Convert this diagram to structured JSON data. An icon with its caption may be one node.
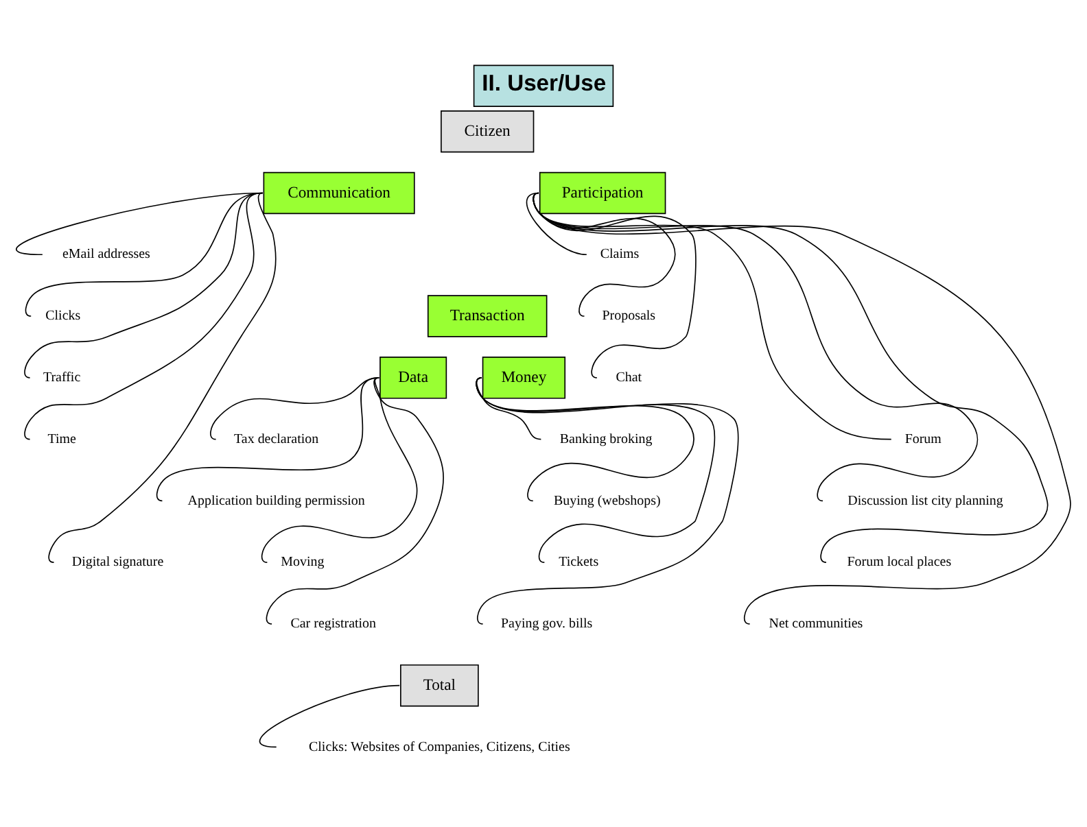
{
  "diagram": {
    "title": "II. User/Use",
    "nodes": [
      {
        "text": [
          "Citizen"
        ]
      },
      {
        "text": [
          "Communication"
        ]
      },
      {
        "text": [
          "Transaction"
        ]
      },
      {
        "text": [
          "Data"
        ]
      },
      {
        "text": [
          "Money"
        ]
      },
      {
        "text": [
          "Participation"
        ]
      },
      {
        "text": [
          "Total"
        ]
      },
      {
        "text": [
          "eMail addresses"
        ]
      },
      {
        "text": [
          "Clicks"
        ]
      },
      {
        "text": [
          "Traffic"
        ]
      },
      {
        "text": [
          "Time"
        ]
      },
      {
        "text": [
          "Digital signature"
        ]
      },
      {
        "text": [
          "Tax declaration"
        ]
      },
      {
        "text": [
          "Application building permission"
        ]
      },
      {
        "text": [
          "Moving"
        ]
      },
      {
        "text": [
          "Car registration"
        ]
      },
      {
        "text": [
          "Banking broking"
        ]
      },
      {
        "text": [
          "Buying (webshops)"
        ]
      },
      {
        "text": [
          "Tickets"
        ]
      },
      {
        "text": [
          "Paying gov. bills"
        ]
      },
      {
        "text": [
          "Claims"
        ]
      },
      {
        "text": [
          "Proposals"
        ]
      },
      {
        "text": [
          "Chat"
        ]
      },
      {
        "text": [
          "Forum"
        ]
      },
      {
        "text": [
          "Discussion list city planning"
        ]
      },
      {
        "text": [
          "Forum local places"
        ]
      },
      {
        "text": [
          "Net communities"
        ]
      },
      {
        "text": [
          "Clicks: Websites of Companies, Citizens, Cities"
        ]
      }
    ],
    "edges": [
      {
        "from": 1,
        "to": 7,
        "arrow": "none"
      },
      {
        "from": 1,
        "to": 8,
        "arrow": "none"
      },
      {
        "from": 1,
        "to": 9,
        "arrow": "none"
      },
      {
        "from": 1,
        "to": 10,
        "arrow": "none"
      },
      {
        "from": 1,
        "to": 11,
        "arrow": "none"
      },
      {
        "from": 3,
        "to": 12,
        "arrow": "none"
      },
      {
        "from": 3,
        "to": 13,
        "arrow": "none"
      },
      {
        "from": 3,
        "to": 14,
        "arrow": "none"
      },
      {
        "from": 3,
        "to": 15,
        "arrow": "none"
      },
      {
        "from": 4,
        "to": 16,
        "arrow": "none"
      },
      {
        "from": 4,
        "to": 17,
        "arrow": "none"
      },
      {
        "from": 4,
        "to": 18,
        "arrow": "none"
      },
      {
        "from": 4,
        "to": 19,
        "arrow": "none"
      },
      {
        "from": 5,
        "to": 20,
        "arrow": "none"
      },
      {
        "from": 5,
        "to": 21,
        "arrow": "none"
      },
      {
        "from": 5,
        "to": 22,
        "arrow": "none"
      },
      {
        "from": 5,
        "to": 23,
        "arrow": "none"
      },
      {
        "from": 5,
        "to": 24,
        "arrow": "none"
      },
      {
        "from": 5,
        "to": 25,
        "arrow": "none"
      },
      {
        "from": 5,
        "to": 26,
        "arrow": "none"
      },
      {
        "from": 6,
        "to": 27,
        "arrow": "none"
      }
    ]
  }
}
